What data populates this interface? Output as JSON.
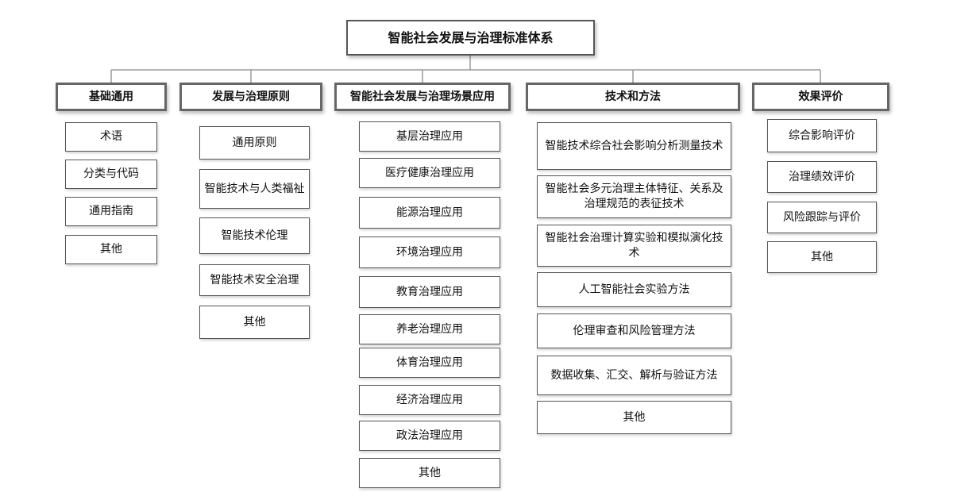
{
  "root": {
    "label": "智能社会发展与治理标准体系"
  },
  "categories": [
    {
      "label": "基础通用",
      "items": [
        "术语",
        "分类与代码",
        "通用指南",
        "其他"
      ]
    },
    {
      "label": "发展与治理原则",
      "items": [
        "通用原则",
        "智能技术与人类福祉",
        "智能技术伦理",
        "智能技术安全治理",
        "其他"
      ]
    },
    {
      "label": "智能社会发展与治理场景应用",
      "items": [
        "基层治理应用",
        "医疗健康治理应用",
        "能源治理应用",
        "环境治理应用",
        "教育治理应用",
        "养老治理应用",
        "体育治理应用",
        "经济治理应用",
        "政法治理应用",
        "其他"
      ]
    },
    {
      "label": "技术和方法",
      "items": [
        "智能技术综合社会影响分析测量技术",
        "智能社会多元治理主体特征、关系及治理规范的表征技术",
        "智能社会治理计算实验和模拟演化技术",
        "人工智能社会实验方法",
        "伦理审查和风险管理方法",
        "数据收集、汇交、解析与验证方法",
        "其他"
      ]
    },
    {
      "label": "效果评价",
      "items": [
        "综合影响评价",
        "治理绩效评价",
        "风险跟踪与评价",
        "其他"
      ]
    }
  ],
  "colors": {
    "border": "#555555",
    "line": "#9a9a9a",
    "background": "#ffffff"
  }
}
